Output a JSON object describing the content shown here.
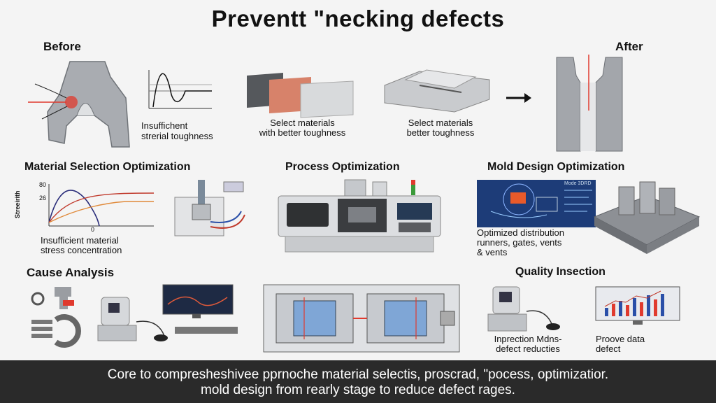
{
  "title": "Preventt \"necking defects",
  "before": {
    "heading": "Before",
    "caption1": "Insuffichent",
    "caption2": "strerial toughness"
  },
  "materials": {
    "caption1": "Select materials",
    "caption2": "with better toughness"
  },
  "mold_part": {
    "caption1": "Select materials",
    "caption2": "better toughness"
  },
  "after": {
    "heading": "After"
  },
  "material_selection": {
    "heading": "Material Selection Optimization",
    "chart_ytick_top": "80",
    "chart_ytick_mid": "26",
    "chart_ylabel": "Streeirith",
    "chart_xtick": "0",
    "caption1": "Insufficient material",
    "caption2": "stress concentration"
  },
  "process": {
    "heading": "Process Optimization"
  },
  "mold_design": {
    "heading": "Mold Design Optimization",
    "screen_label": "Mode 3DRD",
    "caption1": "Optimized distribution",
    "caption2": "runners, gates, vents",
    "caption3": "& vents"
  },
  "cause": {
    "heading": "Cause Analysis"
  },
  "quality": {
    "heading": "Quality Insection",
    "caption1a": "Inprection Mdns-",
    "caption1b": "defect reducties",
    "caption2a": "Proove data",
    "caption2b": "defect"
  },
  "banner": {
    "line1": "Core to compresheshivee pprnoche material selectis, proscrad, \"pocess, optimizatior.",
    "line2": "mold design from rearly stage to reduce defect rages."
  },
  "colors": {
    "accent_red": "#e03a2e",
    "banner_bg": "#2a2a2a",
    "steel": "#9a9da2",
    "screen_blue": "#1d3c78"
  }
}
